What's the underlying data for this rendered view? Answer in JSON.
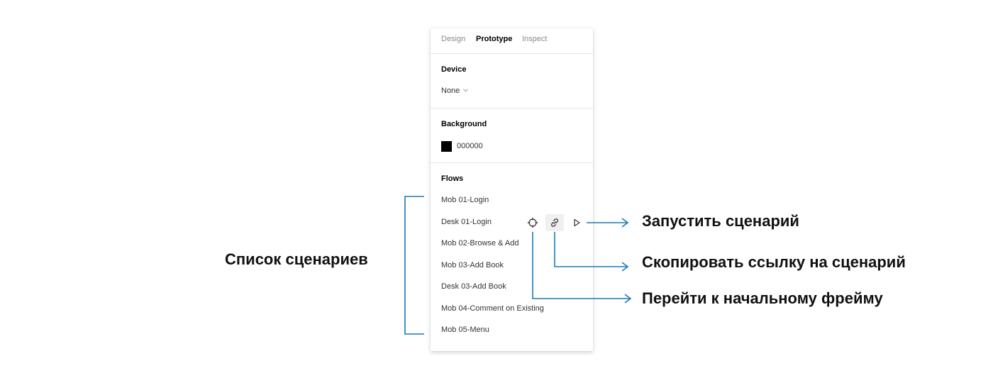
{
  "panel": {
    "tabs": [
      {
        "label": "Design",
        "active": false
      },
      {
        "label": "Prototype",
        "active": true
      },
      {
        "label": "Inspect",
        "active": false
      }
    ],
    "device": {
      "title": "Device",
      "value": "None",
      "icon": "chevron-down-icon"
    },
    "background": {
      "title": "Background",
      "color": "#000000",
      "hex": "000000"
    },
    "flows": {
      "title": "Flows",
      "items": [
        "Mob 01-Login",
        "Desk 01-Login",
        "Mob 02-Browse & Add",
        "Mob 03-Add Book",
        "Desk 03-Add Book",
        "Mob 04-Comment on Existing",
        "Mob 05-Menu"
      ],
      "hover_tools": [
        "crosshair-icon",
        "link-icon",
        "play-icon"
      ]
    }
  },
  "annotations": {
    "flow_list": "Список сценариев",
    "play": "Запустить сценарий",
    "copy_link": "Скопировать ссылку на сценарий",
    "go_to_frame": "Перейти к начальному фрейму"
  },
  "colors": {
    "annotation_line": "#1a7ab5",
    "active_tab": "#000000",
    "inactive_tab": "#8a8a8a"
  }
}
